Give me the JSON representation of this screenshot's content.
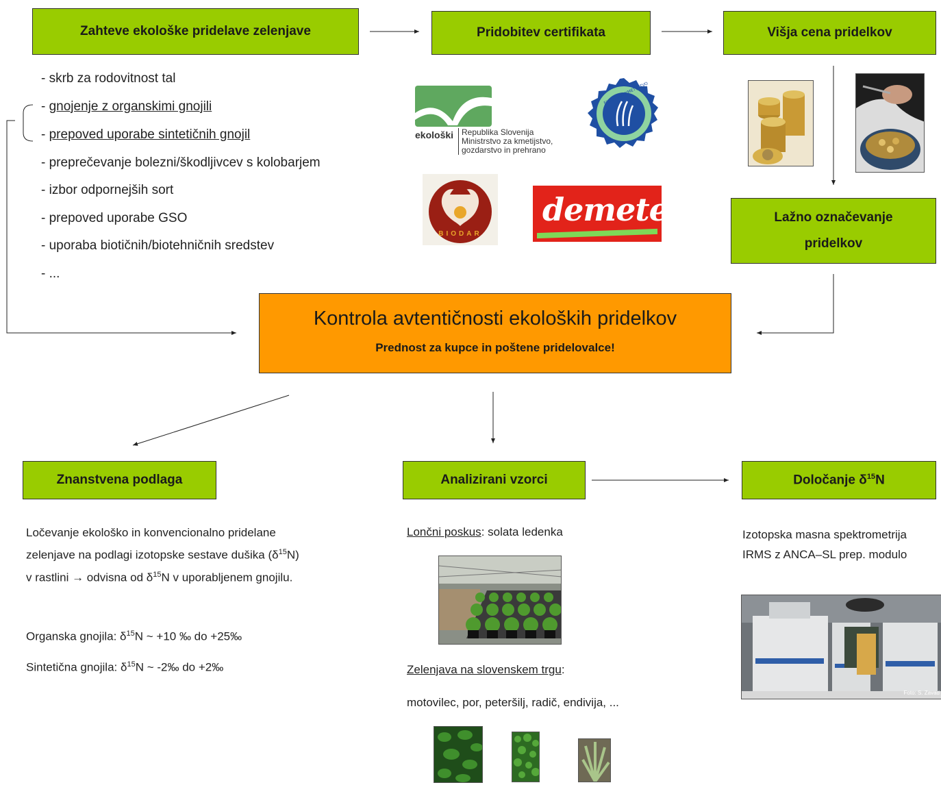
{
  "boxes": {
    "requirements": "Zahteve ekološke pridelave zelenjave",
    "certificate": "Pridobitev certifikata",
    "price": "Višja cena pridelkov",
    "false_labeling": "Lažno označevanje pridelkov",
    "science": "Znanstvena podlaga",
    "samples": "Analizirani vzorci",
    "determination_prefix": "Določanje δ",
    "determination_sup": "15",
    "determination_suffix": "N"
  },
  "requirements_list": [
    "- skrb za rodovitnost tal",
    "gnojenje z organskimi gnojili",
    "prepoved uporabe sintetičnih gnojil",
    "- preprečevanje bolezni/škodljivcev s kolobarjem",
    "- izbor odpornejših sort",
    "- prepoved uporabe GSO",
    "- uporaba biotičnih/biotehničnih sredstev",
    "- ..."
  ],
  "list_dash": "- ",
  "central": {
    "title": "Kontrola avtentičnosti ekoloških pridelkov",
    "subtitle": "Prednost za kupce in poštene pridelovalce!"
  },
  "logos": {
    "ekoloski_word": "ekološki",
    "ekoloski_line1": "Republika Slovenija",
    "ekoloski_line2": "Ministrstvo za kmetijstvo,",
    "ekoloski_line3": "gozdarstvo in prehrano",
    "seal_text": "EKOLOŠKO KMETIJSTVO",
    "biodar_text": "BIODAR",
    "demeter_text": "demeter"
  },
  "science": {
    "p1_a": "Ločevanje ekološko in konvencionalno pridelane zelenjave na podlagi izotopske sestave dušika (δ",
    "p1_sup1": "15",
    "p1_b": "N) v rastlini → odvisna od δ",
    "p1_sup2": "15",
    "p1_c": "N v uporabljenem gnojilu.",
    "p2_a": "Organska gnojila: δ",
    "p2_sup": "15",
    "p2_b": "N ~ +10 ‰ do +25‰",
    "p3_a": "Sintetična gnojila: δ",
    "p3_sup": "15",
    "p3_b": "N ~ -2‰ do +2‰"
  },
  "samples": {
    "pot_label": "Lončni poskus",
    "pot_rest": ": solata ledenka",
    "market_label": "Zelenjava na slovenskem trgu",
    "market_colon": ":",
    "market_list": "motovilec, por, peteršilj, radič, endivija, ..."
  },
  "determination": {
    "text_line1": "Izotopska masna spektrometrija",
    "text_line2": "IRMS z ANCA–SL prep. modulo",
    "photo_credit": "Foto: S. Zavad"
  },
  "colors": {
    "green_box": "#99cc00",
    "orange_box": "#ff9900",
    "demeter_red": "#e2231a",
    "logo_green": "#3a8a3a",
    "seal_blue": "#1f4fa3"
  }
}
